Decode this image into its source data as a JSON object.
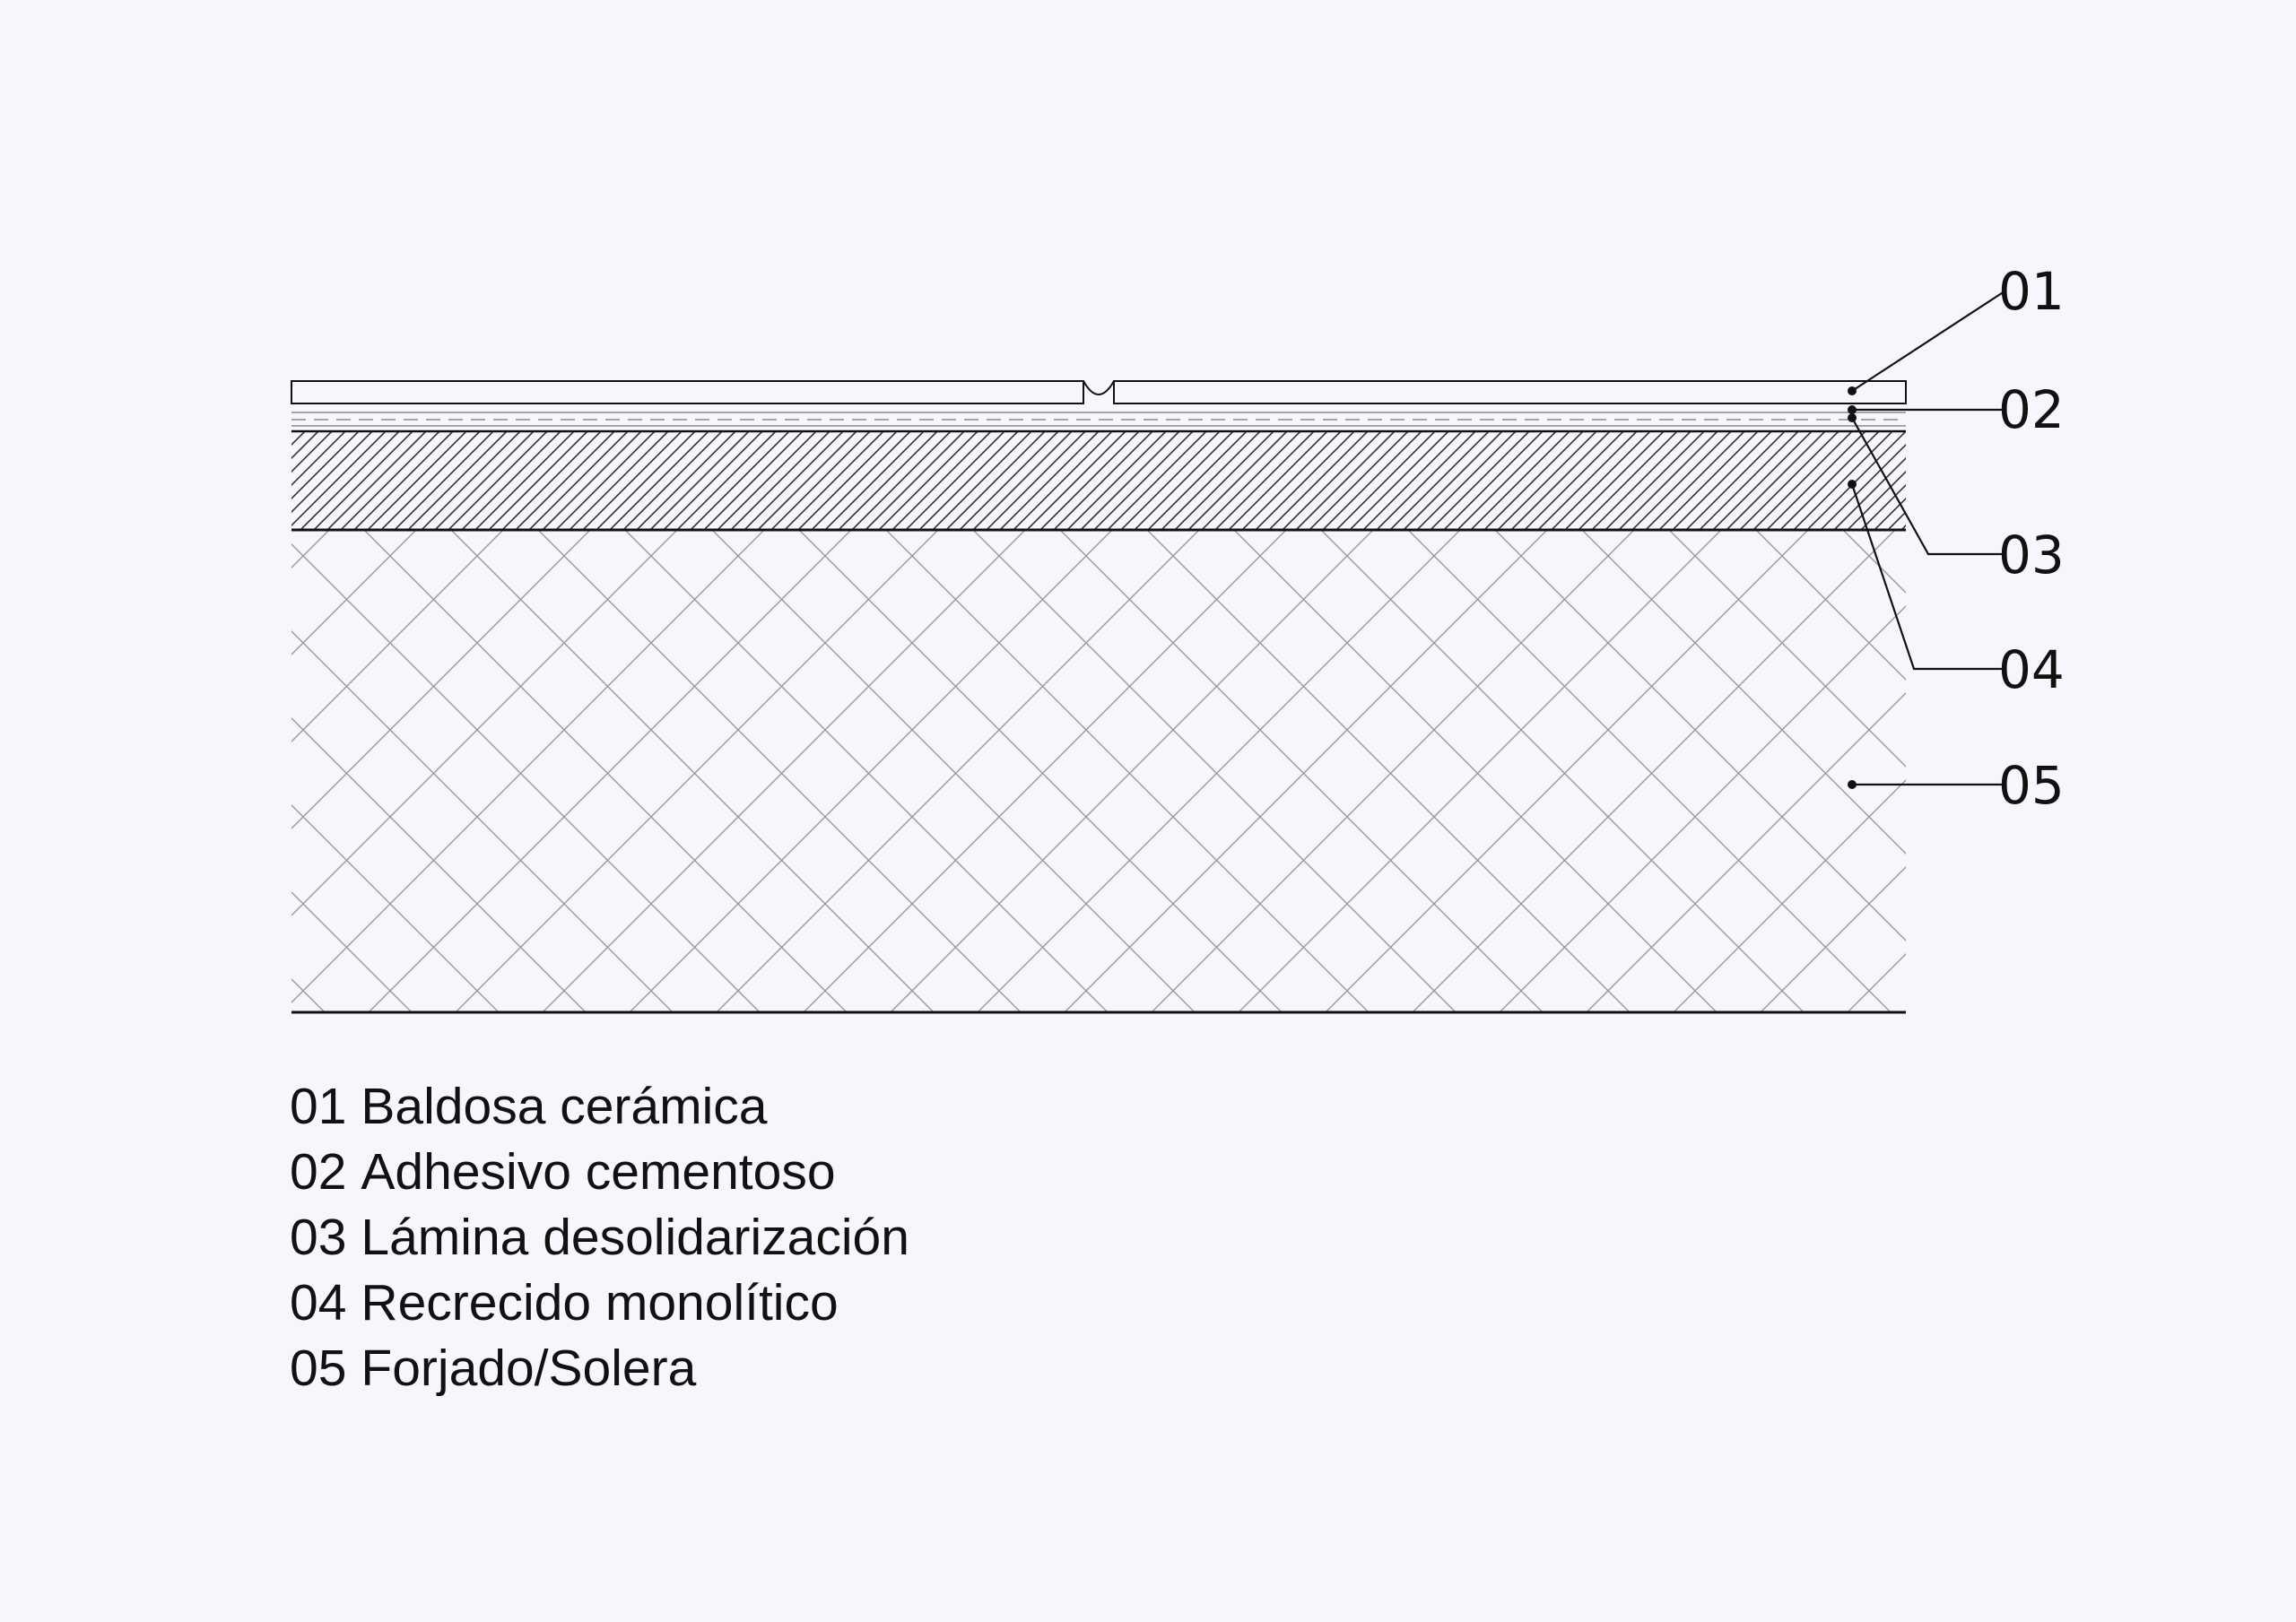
{
  "callouts": [
    {
      "code": "01"
    },
    {
      "code": "02"
    },
    {
      "code": "03"
    },
    {
      "code": "04"
    },
    {
      "code": "05"
    }
  ],
  "legend": [
    {
      "code": "01",
      "label": "Baldosa cerámica"
    },
    {
      "code": "02",
      "label": "Adhesivo cementoso"
    },
    {
      "code": "03",
      "label": "Lámina desolidarización"
    },
    {
      "code": "04",
      "label": "Recrecido monolítico"
    },
    {
      "code": "05",
      "label": "Forjado/Solera"
    }
  ],
  "colors": {
    "background": "#f5f7fc",
    "line": "#111111",
    "hatch_screed": "#333333",
    "hatch_slab": "#9a9a9a",
    "membrane": "#8a8a8a"
  }
}
